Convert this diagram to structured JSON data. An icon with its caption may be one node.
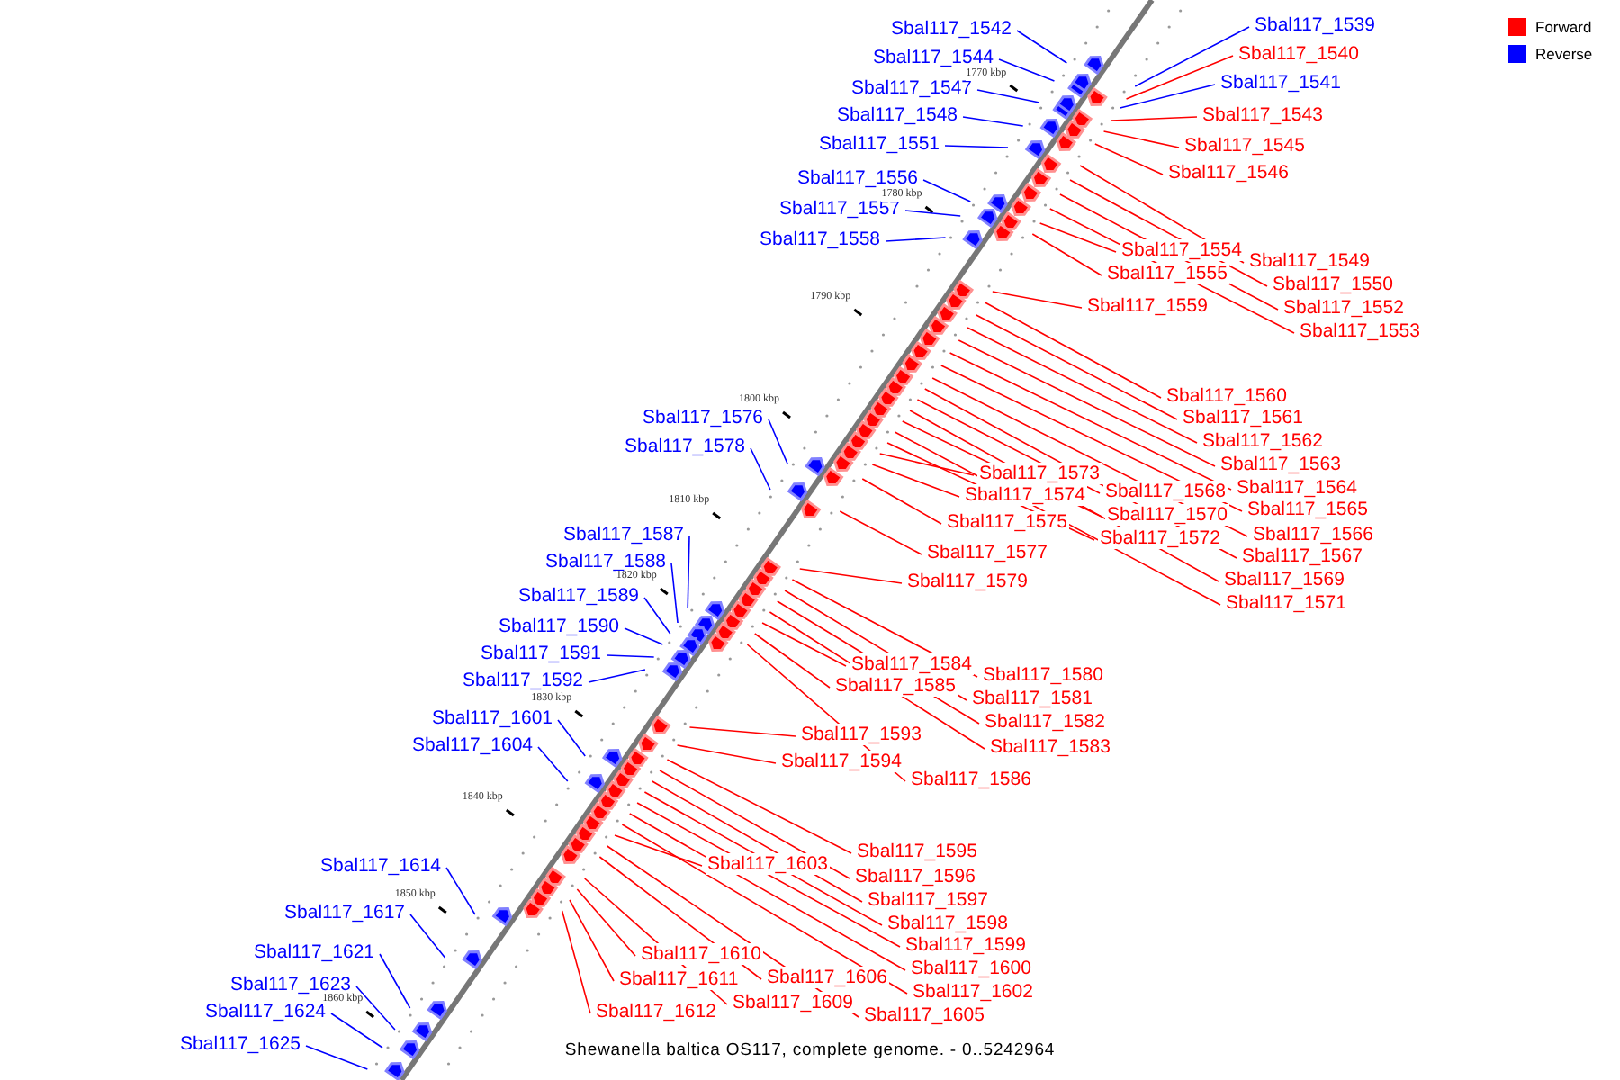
{
  "diagram": {
    "caption": "Shewanella baltica OS117, complete genome. - 0..5242964",
    "nodes": [
      {
        "text": [
          "Sbal117_1539"
        ]
      },
      {
        "text": [
          "Sbal117_1540"
        ]
      },
      {
        "text": [
          "Sbal117_1541"
        ]
      },
      {
        "text": [
          "Sbal117_1542"
        ]
      },
      {
        "text": [
          "Sbal117_1543"
        ]
      },
      {
        "text": [
          "Sbal117_1544"
        ]
      },
      {
        "text": [
          "Sbal117_1545"
        ]
      },
      {
        "text": [
          "Sbal117_1546"
        ]
      },
      {
        "text": [
          "Sbal117_1547"
        ]
      },
      {
        "text": [
          "Sbal117_1548"
        ]
      },
      {
        "text": [
          "Sbal117_1549"
        ]
      },
      {
        "text": [
          "Sbal117_1550"
        ]
      },
      {
        "text": [
          "Sbal117_1551"
        ]
      },
      {
        "text": [
          "Sbal117_1552"
        ]
      },
      {
        "text": [
          "Sbal117_1553"
        ]
      },
      {
        "text": [
          "Sbal117_1554"
        ]
      },
      {
        "text": [
          "Sbal117_1555"
        ]
      },
      {
        "text": [
          "Sbal117_1556"
        ]
      },
      {
        "text": [
          "Sbal117_1557"
        ]
      },
      {
        "text": [
          "Sbal117_1558"
        ]
      },
      {
        "text": [
          "Sbal117_1559"
        ]
      },
      {
        "text": [
          "Sbal117_1560"
        ]
      },
      {
        "text": [
          "Sbal117_1561"
        ]
      },
      {
        "text": [
          "Sbal117_1562"
        ]
      },
      {
        "text": [
          "Sbal117_1563"
        ]
      },
      {
        "text": [
          "Sbal117_1564"
        ]
      },
      {
        "text": [
          "Sbal117_1565"
        ]
      },
      {
        "text": [
          "Sbal117_1566"
        ]
      },
      {
        "text": [
          "Sbal117_1567"
        ]
      },
      {
        "text": [
          "Sbal117_1568"
        ]
      },
      {
        "text": [
          "Sbal117_1569"
        ]
      },
      {
        "text": [
          "Sbal117_1570"
        ]
      },
      {
        "text": [
          "Sbal117_1571"
        ]
      },
      {
        "text": [
          "Sbal117_1572"
        ]
      },
      {
        "text": [
          "Sbal117_1573"
        ]
      },
      {
        "text": [
          "Sbal117_1574"
        ]
      },
      {
        "text": [
          "Sbal117_1575"
        ]
      },
      {
        "text": [
          "Sbal117_1576"
        ]
      },
      {
        "text": [
          "Sbal117_1577"
        ]
      },
      {
        "text": [
          "Sbal117_1578"
        ]
      },
      {
        "text": [
          "Sbal117_1579"
        ]
      },
      {
        "text": [
          "Sbal117_1580"
        ]
      },
      {
        "text": [
          "Sbal117_1581"
        ]
      },
      {
        "text": [
          "Sbal117_1582"
        ]
      },
      {
        "text": [
          "Sbal117_1583"
        ]
      },
      {
        "text": [
          "Sbal117_1584"
        ]
      },
      {
        "text": [
          "Sbal117_1585"
        ]
      },
      {
        "text": [
          "Sbal117_1586"
        ]
      },
      {
        "text": [
          "Sbal117_1587"
        ]
      },
      {
        "text": [
          "Sbal117_1588"
        ]
      },
      {
        "text": [
          "Sbal117_1589"
        ]
      },
      {
        "text": [
          "Sbal117_1590"
        ]
      },
      {
        "text": [
          "Sbal117_1591"
        ]
      },
      {
        "text": [
          "Sbal117_1592"
        ]
      },
      {
        "text": [
          "Sbal117_1593"
        ]
      },
      {
        "text": [
          "Sbal117_1594"
        ]
      },
      {
        "text": [
          "Sbal117_1595"
        ]
      },
      {
        "text": [
          "Sbal117_1596"
        ]
      },
      {
        "text": [
          "Sbal117_1597"
        ]
      },
      {
        "text": [
          "Sbal117_1598"
        ]
      },
      {
        "text": [
          "Sbal117_1599"
        ]
      },
      {
        "text": [
          "Sbal117_1600"
        ]
      },
      {
        "text": [
          "Sbal117_1601"
        ]
      },
      {
        "text": [
          "Sbal117_1602"
        ]
      },
      {
        "text": [
          "Sbal117_1603"
        ]
      },
      {
        "text": [
          "Sbal117_1604"
        ]
      },
      {
        "text": [
          "Sbal117_1605"
        ]
      },
      {
        "text": [
          "Sbal117_1606"
        ]
      },
      {
        "text": [
          "Sbal117_1609"
        ]
      },
      {
        "text": [
          "Sbal117_1610"
        ]
      },
      {
        "text": [
          "Sbal117_1611"
        ]
      },
      {
        "text": [
          "Sbal117_1612"
        ]
      },
      {
        "text": [
          "Sbal117_1614"
        ]
      },
      {
        "text": [
          "Sbal117_1617"
        ]
      },
      {
        "text": [
          "Sbal117_1621"
        ]
      },
      {
        "text": [
          "Sbal117_1623"
        ]
      },
      {
        "text": [
          "Sbal117_1624"
        ]
      },
      {
        "text": [
          "Sbal117_1625"
        ]
      }
    ],
    "edges": [
      {
        "from": 0,
        "to": null,
        "arrow": "none",
        "color": "#0000ff"
      },
      {
        "from": 1,
        "to": null,
        "arrow": "none"
      },
      {
        "from": 2,
        "to": null,
        "arrow": "none",
        "color": "#0000ff"
      },
      {
        "from": 3,
        "to": null,
        "arrow": "none",
        "color": "#0000ff"
      },
      {
        "from": 4,
        "to": null,
        "arrow": "none"
      },
      {
        "from": 5,
        "to": null,
        "arrow": "none",
        "color": "#0000ff"
      },
      {
        "from": 6,
        "to": null,
        "arrow": "none"
      },
      {
        "from": 7,
        "to": null,
        "arrow": "none"
      },
      {
        "from": 8,
        "to": null,
        "arrow": "none",
        "color": "#0000ff"
      },
      {
        "from": 9,
        "to": null,
        "arrow": "none",
        "color": "#0000ff"
      },
      {
        "from": 10,
        "to": null,
        "arrow": "none"
      },
      {
        "from": 11,
        "to": null,
        "arrow": "none"
      },
      {
        "from": 12,
        "to": null,
        "arrow": "none",
        "color": "#0000ff"
      },
      {
        "from": 13,
        "to": null,
        "arrow": "none"
      },
      {
        "from": 14,
        "to": null,
        "arrow": "none"
      },
      {
        "from": 15,
        "to": null,
        "arrow": "none"
      },
      {
        "from": 16,
        "to": null,
        "arrow": "none"
      },
      {
        "from": 17,
        "to": null,
        "arrow": "none",
        "color": "#0000ff"
      },
      {
        "from": 18,
        "to": null,
        "arrow": "none",
        "color": "#0000ff"
      },
      {
        "from": 19,
        "to": null,
        "arrow": "none",
        "color": "#0000ff"
      },
      {
        "from": 20,
        "to": null,
        "arrow": "none"
      },
      {
        "from": 21,
        "to": null,
        "arrow": "none"
      },
      {
        "from": 22,
        "to": null,
        "arrow": "none"
      },
      {
        "from": 23,
        "to": null,
        "arrow": "none"
      },
      {
        "from": 24,
        "to": null,
        "arrow": "none"
      },
      {
        "from": 25,
        "to": null,
        "arrow": "none"
      },
      {
        "from": 26,
        "to": null,
        "arrow": "none"
      },
      {
        "from": 27,
        "to": null,
        "arrow": "none"
      },
      {
        "from": 28,
        "to": null,
        "arrow": "none"
      },
      {
        "from": 29,
        "to": null,
        "arrow": "none"
      },
      {
        "from": 30,
        "to": null,
        "arrow": "none"
      },
      {
        "from": 31,
        "to": null,
        "arrow": "none"
      },
      {
        "from": 32,
        "to": null,
        "arrow": "none"
      },
      {
        "from": 33,
        "to": null,
        "arrow": "none"
      },
      {
        "from": 34,
        "to": null,
        "arrow": "none"
      },
      {
        "from": 35,
        "to": null,
        "arrow": "none"
      },
      {
        "from": 36,
        "to": null,
        "arrow": "none"
      },
      {
        "from": 37,
        "to": null,
        "arrow": "none",
        "color": "#0000ff"
      },
      {
        "from": 38,
        "to": null,
        "arrow": "none"
      },
      {
        "from": 39,
        "to": null,
        "arrow": "none",
        "color": "#0000ff"
      },
      {
        "from": 40,
        "to": null,
        "arrow": "none"
      },
      {
        "from": 41,
        "to": null,
        "arrow": "none"
      },
      {
        "from": 42,
        "to": null,
        "arrow": "none"
      },
      {
        "from": 43,
        "to": null,
        "arrow": "none"
      },
      {
        "from": 44,
        "to": null,
        "arrow": "none"
      },
      {
        "from": 45,
        "to": null,
        "arrow": "none"
      },
      {
        "from": 46,
        "to": null,
        "arrow": "none"
      },
      {
        "from": 47,
        "to": null,
        "arrow": "none"
      },
      {
        "from": 48,
        "to": null,
        "arrow": "none",
        "color": "#0000ff"
      },
      {
        "from": 49,
        "to": null,
        "arrow": "none",
        "color": "#0000ff"
      },
      {
        "from": 50,
        "to": null,
        "arrow": "none",
        "color": "#0000ff"
      },
      {
        "from": 51,
        "to": null,
        "arrow": "none",
        "color": "#0000ff"
      },
      {
        "from": 52,
        "to": null,
        "arrow": "none",
        "color": "#0000ff"
      },
      {
        "from": 53,
        "to": null,
        "arrow": "none",
        "color": "#0000ff"
      },
      {
        "from": 54,
        "to": null,
        "arrow": "none"
      },
      {
        "from": 55,
        "to": null,
        "arrow": "none"
      },
      {
        "from": 56,
        "to": null,
        "arrow": "none"
      },
      {
        "from": 57,
        "to": null,
        "arrow": "none"
      },
      {
        "from": 58,
        "to": null,
        "arrow": "none"
      },
      {
        "from": 59,
        "to": null,
        "arrow": "none"
      },
      {
        "from": 60,
        "to": null,
        "arrow": "none"
      },
      {
        "from": 61,
        "to": null,
        "arrow": "none"
      },
      {
        "from": 62,
        "to": null,
        "arrow": "none",
        "color": "#0000ff"
      },
      {
        "from": 63,
        "to": null,
        "arrow": "none"
      },
      {
        "from": 64,
        "to": null,
        "arrow": "none"
      },
      {
        "from": 65,
        "to": null,
        "arrow": "none",
        "color": "#0000ff"
      },
      {
        "from": 66,
        "to": null,
        "arrow": "none"
      },
      {
        "from": 67,
        "to": null,
        "arrow": "none"
      },
      {
        "from": 68,
        "to": null,
        "arrow": "none"
      },
      {
        "from": 69,
        "to": null,
        "arrow": "none"
      },
      {
        "from": 70,
        "to": null,
        "arrow": "none"
      },
      {
        "from": 71,
        "to": null,
        "arrow": "none"
      },
      {
        "from": 72,
        "to": null,
        "arrow": "none",
        "color": "#0000ff"
      },
      {
        "from": 73,
        "to": null,
        "arrow": "none",
        "color": "#0000ff"
      },
      {
        "from": 74,
        "to": null,
        "arrow": "none",
        "color": "#0000ff"
      },
      {
        "from": 75,
        "to": null,
        "arrow": "none",
        "color": "#0000ff"
      },
      {
        "from": 76,
        "to": null,
        "arrow": "none",
        "color": "#0000ff"
      },
      {
        "from": 77,
        "to": null,
        "arrow": "none",
        "color": "#0000ff"
      }
    ],
    "labels": [
      "1770 kbp",
      "1780 kbp",
      "1790 kbp",
      "1800 kbp",
      "1810 kbp",
      "1820 kbp",
      "1830 kbp",
      "1840 kbp",
      "1850 kbp",
      "1860 kbp"
    ],
    "legend": [
      {
        "text": "Forward",
        "color": "#ff0000"
      },
      {
        "text": "Reverse",
        "color": "#0000ff"
      }
    ]
  }
}
